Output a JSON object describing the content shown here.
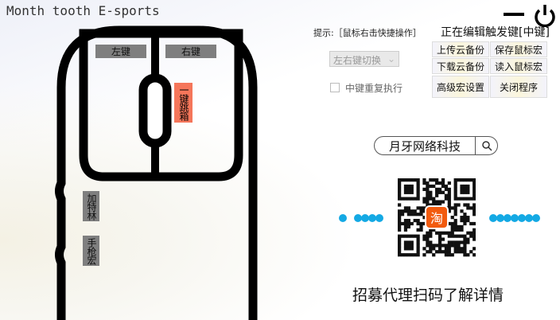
{
  "title": "Month tooth E-sports",
  "window": {
    "minimize_icon": "minus-icon",
    "power_icon": "power-icon"
  },
  "mouse": {
    "left_button": "左键",
    "right_button": "右键",
    "middle_button": "一键跳箱",
    "side_button_1": "加特林",
    "side_button_2": "手枪宏",
    "middle_color": "#f5765a",
    "button_color": "#7f7f7f"
  },
  "hint": "提示:［鼠标右击快捷操作］",
  "editing": "正在编辑触发键[中键]",
  "swap_select": {
    "value": "左右键切换"
  },
  "repeat_checkbox": {
    "label": "中键重复执行",
    "checked": false
  },
  "buttons": {
    "upload": "上传云备份",
    "save": "保存鼠标宏",
    "download": "下载云备份",
    "load": "读入鼠标宏",
    "advanced": "高级宏设置",
    "close": "关闭程序"
  },
  "promo": {
    "search_text": "月牙网络科技",
    "search_icon": "search-icon",
    "qr_logo": "淘",
    "recruit": "招募代理扫码了解详情",
    "accent": "#14a9e4",
    "taobao_color": "#f25b0f"
  }
}
